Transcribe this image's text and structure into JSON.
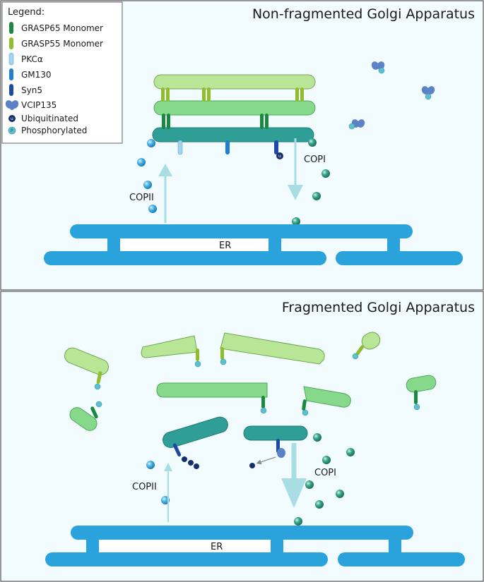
{
  "legend": {
    "title": "Legend:",
    "items": [
      {
        "label": "GRASP65 Monomer",
        "icon": "grasp65-icon"
      },
      {
        "label": "GRASP55 Monomer",
        "icon": "grasp55-icon"
      },
      {
        "label": "PKCα",
        "icon": "pkc-alpha-icon"
      },
      {
        "label": "GM130",
        "icon": "gm130-icon"
      },
      {
        "label": "Syn5",
        "icon": "syn5-icon"
      },
      {
        "label": "VCIP135",
        "icon": "vcip135-icon"
      },
      {
        "label": "Ubiquitinated",
        "icon": "ubiquitin-icon",
        "mark": "u"
      },
      {
        "label": "Phosphorylated",
        "icon": "phosphate-icon",
        "mark": "P"
      }
    ]
  },
  "top_panel": {
    "title": "Non-fragmented Golgi Apparatus",
    "er_label": "ER",
    "copii_label": "COPII",
    "copi_label": "COPI"
  },
  "bottom_panel": {
    "title": "Fragmented Golgi Apparatus",
    "er_label": "ER",
    "copii_label": "COPII",
    "copi_label": "COPI"
  },
  "colors": {
    "panel_bg": "#f2fbfd",
    "er": "#2aa3dc",
    "cisterna_light": "#b8e596",
    "cisterna_mid": "#86d98a",
    "cisterna_dark": "#2e9e96",
    "grasp65": "#178a3e",
    "grasp55": "#8fbd2c",
    "pkc": "#9fd3ee",
    "gm130": "#1f7fd0",
    "syn5": "#1e49a8",
    "vcip135": "#5b82c7",
    "copii_vesicle": "#4fb4e6",
    "copi_vesicle": "#3aa88e",
    "ubiquitin": "#16306e",
    "phosphate": "#5cc0d0",
    "arrow": "#a8dde4"
  }
}
